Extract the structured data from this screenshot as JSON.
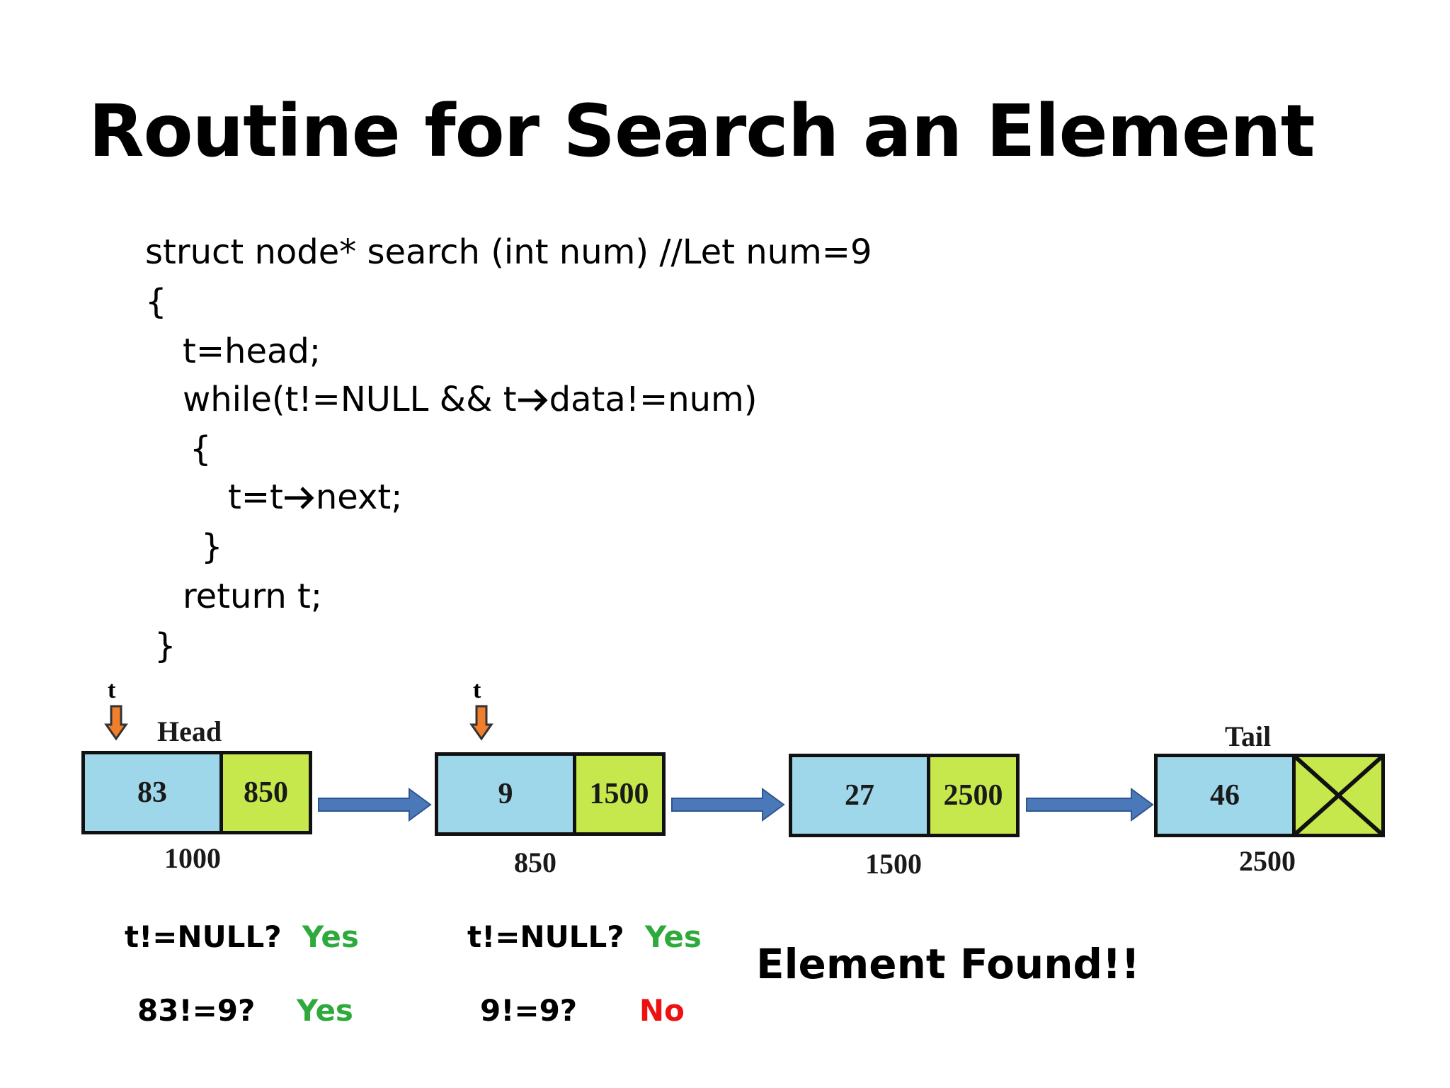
{
  "title": "Routine for Search an Element",
  "code": {
    "line1": "struct node* search (int num) //Let num=9",
    "line2": "{",
    "line3": "t=head;",
    "line4_a": "while(t!=NULL && t",
    "line4_b": "data!=num)",
    "line5": "{",
    "line6_a": "t=t",
    "line6_b": "next;",
    "line7": "}",
    "line8": "return t;",
    "line9": "}"
  },
  "diagram": {
    "pointer_label": "t",
    "head_label": "Head",
    "tail_label": "Tail",
    "nodes": [
      {
        "data": "83",
        "next": "850",
        "address": "1000"
      },
      {
        "data": "9",
        "next": "1500",
        "address": "850"
      },
      {
        "data": "27",
        "next": "2500",
        "address": "1500"
      },
      {
        "data": "46",
        "next": "",
        "address": "2500"
      }
    ]
  },
  "checks": [
    {
      "q1": "t!=NULL?",
      "a1": "Yes",
      "q2": "83!=9?",
      "a2": "Yes"
    },
    {
      "q1": "t!=NULL?",
      "a1": "Yes",
      "q2": "9!=9?",
      "a2": "No"
    }
  ],
  "result": "Element Found!!",
  "colors": {
    "data_cell": "#9ed7ea",
    "next_cell": "#c6e84c",
    "link_arrow": "#4a78b8",
    "pointer_arrow": "#f07f2d",
    "yes": "#2eaa3c",
    "no": "#ee1111"
  }
}
